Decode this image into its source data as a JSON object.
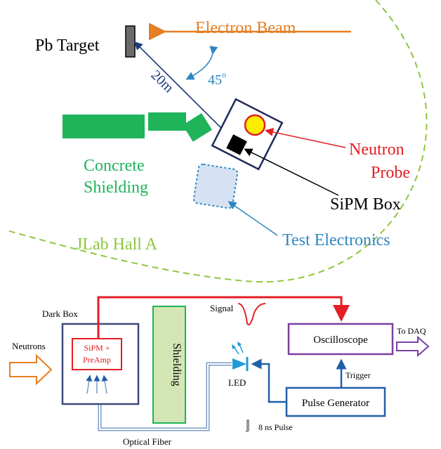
{
  "colors": {
    "hall_arc": "#8dc63f",
    "beam": "#e67e22",
    "angle": "#2e86c1",
    "distance": "#1f3a7a",
    "concrete": "#1fb35a",
    "probe_outline": "#1f2a5a",
    "probe_fill": "#ffee00",
    "probe_ring": "#e31e24",
    "neutron_label": "#e31e24",
    "test_electronics": "#2e86c1",
    "test_fill": "#d6e2f3",
    "dark_box": "#3a4a7a",
    "signal_line": "#e31e24",
    "shielding_fill": "#d4e6b5",
    "shielding_stroke": "#1fb35a",
    "oscilloscope": "#7b3fa0",
    "pulse_gen": "#1f5fa8",
    "neutrons_arrow": "#e67e22",
    "led": "#1f9bd7",
    "fiber": "#7a9cc6"
  },
  "top": {
    "pb_target": "Pb Target",
    "electron_beam": "Electron Beam",
    "distance": "20m",
    "angle": "45",
    "angle_sup": "o",
    "neutron_probe_line1": "Neutron",
    "neutron_probe_line2": "Probe",
    "concrete_line1": "Concrete",
    "concrete_line2": "Shielding",
    "sipm_box": "SiPM Box",
    "test_electronics": "Test Electronics",
    "hall": "JLab Hall A"
  },
  "bottom": {
    "dark_box": "Dark Box",
    "signal": "Signal",
    "neutrons": "Neutrons",
    "sipm_line1": "SiPM +",
    "sipm_line2": "PreAmp",
    "shielding": "Shielding",
    "led": "LED",
    "oscilloscope": "Oscilloscope",
    "to_daq": "To DAQ",
    "trigger": "Trigger",
    "pulse_generator": "Pulse Generator",
    "pulse": "8 ns Pulse",
    "optical_fiber": "Optical Fiber"
  }
}
